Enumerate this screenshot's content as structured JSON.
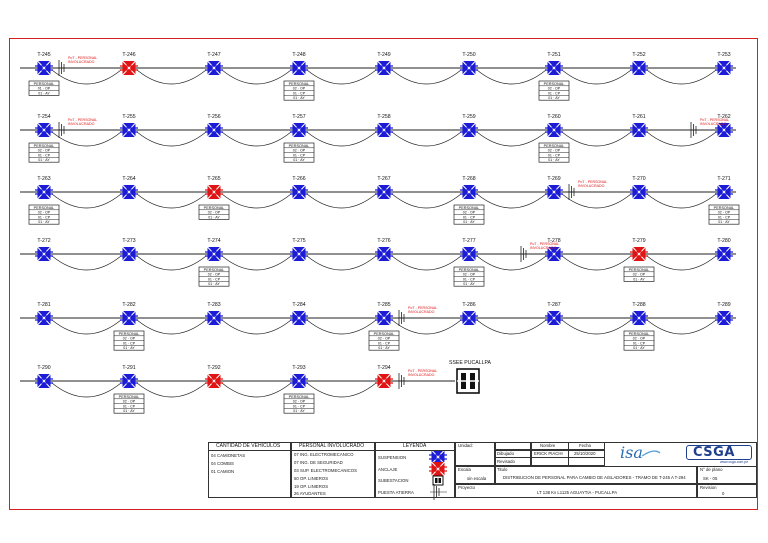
{
  "towers_rows": [
    [
      "T-245",
      "T-246",
      "T-247",
      "T-248",
      "T-249",
      "T-250",
      "T-251",
      "T-252",
      "T-253"
    ],
    [
      "T-254",
      "T-255",
      "T-256",
      "T-257",
      "T-258",
      "T-259",
      "T-260",
      "T-261",
      "T-262"
    ],
    [
      "T-263",
      "T-264",
      "T-265",
      "T-266",
      "T-267",
      "T-268",
      "T-269",
      "T-270",
      "T-271"
    ],
    [
      "T-272",
      "T-273",
      "T-274",
      "T-275",
      "T-276",
      "T-277",
      "T-278",
      "T-279",
      "T-280"
    ],
    [
      "T-281",
      "T-282",
      "T-283",
      "T-284",
      "T-285",
      "T-286",
      "T-287",
      "T-288",
      "T-289"
    ],
    [
      "T-290",
      "T-291",
      "T-292",
      "T-293",
      "T-294"
    ]
  ],
  "red_towers": [
    "T-246",
    "T-265",
    "T-279",
    "T-292",
    "T-294"
  ],
  "ground_markers": {
    "label": "PoT - PERSONAL",
    "sublabel": "INVOLUCRADO",
    "at": [
      "T-245",
      "T-254",
      "T-261",
      "T-269",
      "T-277",
      "T-285",
      "T-294"
    ]
  },
  "personal_boxes": [
    {
      "tower": "T-245",
      "lines": [
        "01 · OP",
        "01 · AY"
      ]
    },
    {
      "tower": "T-248",
      "lines": [
        "02 · OP",
        "01 · CP",
        "01 · AY"
      ]
    },
    {
      "tower": "T-251",
      "lines": [
        "02 · OP",
        "01 · CP",
        "01 · AY"
      ]
    },
    {
      "tower": "T-254",
      "lines": [
        "02 · OP",
        "01 · CP",
        "01 · AY"
      ]
    },
    {
      "tower": "T-257",
      "lines": [
        "02 · OP",
        "01 · CP",
        "01 · AY"
      ]
    },
    {
      "tower": "T-260",
      "lines": [
        "02 · OP",
        "01 · CP",
        "01 · AY"
      ]
    },
    {
      "tower": "T-263",
      "lines": [
        "02 · OP",
        "01 · CP",
        "01 · AY"
      ]
    },
    {
      "tower": "T-265",
      "lines": [
        "02 · OP",
        "01 · AY"
      ]
    },
    {
      "tower": "T-268",
      "lines": [
        "02 · OP",
        "01 · CP",
        "01 · AY"
      ]
    },
    {
      "tower": "T-271",
      "lines": [
        "02 · OP",
        "01 · CP",
        "01 · AY"
      ]
    },
    {
      "tower": "T-274",
      "lines": [
        "02 · OP",
        "01 · CP",
        "01 · AY"
      ]
    },
    {
      "tower": "T-277",
      "lines": [
        "02 · OP",
        "01 · CP",
        "01 · AY"
      ]
    },
    {
      "tower": "T-279",
      "lines": [
        "02 · OP",
        "01 · AY"
      ]
    },
    {
      "tower": "T-282",
      "lines": [
        "02 · OP",
        "01 · CP",
        "01 · AY"
      ]
    },
    {
      "tower": "T-285",
      "lines": [
        "02 · OP",
        "01 · CP",
        "01 · AY"
      ]
    },
    {
      "tower": "T-288",
      "lines": [
        "02 · OP",
        "01 · CP",
        "01 · AY"
      ]
    },
    {
      "tower": "T-291",
      "lines": [
        "02 · OP",
        "01 · CP",
        "01 · AY"
      ]
    },
    {
      "tower": "T-293",
      "lines": [
        "02 · OP",
        "01 · CP",
        "01 · AY"
      ]
    }
  ],
  "box_title": "PERSONAL",
  "substation_label": "SSEE PUCALLPA",
  "colors": {
    "blue": "#1c1cd6",
    "red": "#e01414",
    "frame": "#d62020",
    "line": "#222222"
  },
  "vehicles": {
    "header": "CANTIDAD DE VEHICULOS",
    "items": [
      "04 CAMIONETAS",
      "04 COMBIS",
      "01 CAMION"
    ]
  },
  "personnel": {
    "header": "PERSONAL INVOLUCRADO",
    "items": [
      "07 ING. ELECTROMECANICO",
      "07 ING. DE SEGURIDAD",
      "03 SUP. ELECTROMECANICOS",
      "60 OP. LINIEROS",
      "19 OP. LINIEROS",
      "26 AYUDANTES"
    ]
  },
  "legend": {
    "header": "LEYENDA",
    "items": [
      {
        "label": "SUSPENSION",
        "icon": "blue-tower-icon"
      },
      {
        "label": "ANCLAJE",
        "icon": "red-tower-icon"
      },
      {
        "label": "SUBESTACION",
        "icon": "substation-icon"
      },
      {
        "label": "PUESTA ATIERRA",
        "icon": "grounding-icon"
      }
    ]
  },
  "titleblock": {
    "unidad": "Unidad:",
    "nombre": "Nombre",
    "fecha": "Fecha",
    "dibujado": "Dibujado",
    "dibujado_nombre": "ERICK PIACHI",
    "dibujado_fecha": "25/10/2020",
    "revisado": "Revisado",
    "escala": "Escala",
    "escala_val": "sin escala",
    "titulo": "Titulo",
    "titulo_val": "DISTRIBUCION DE PERSONAL PARA CAMBIO DE AISLADORES - TRAMO DE T-245 A T-294",
    "proyecto": "Proyecto",
    "proyecto_val": "LT 138 Kv L1125 AGUAYTIA - PUCALLPA",
    "plano": "N° de plano",
    "plano_val": "SK - 05",
    "revision": "Revision",
    "revision_val": "0",
    "logo_isa": "isa",
    "logo_csga": "CSGA",
    "csga_url": "www.csga.com.pe"
  }
}
